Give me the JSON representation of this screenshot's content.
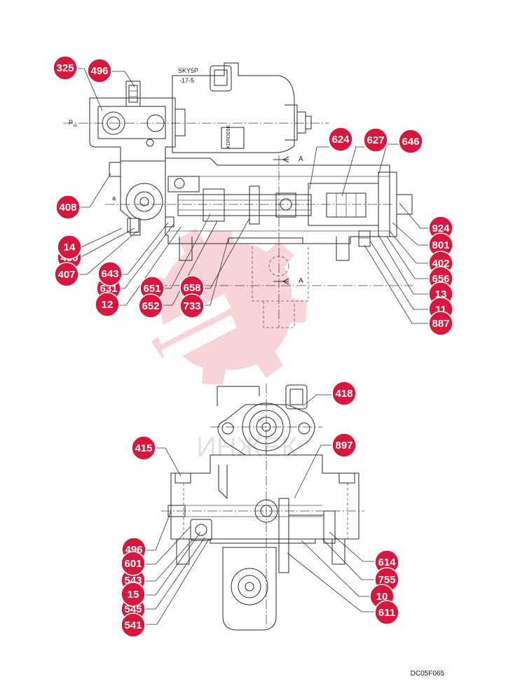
{
  "drawing_code": "DC05F065",
  "annotations": {
    "connector": "SKY5P",
    "connector_sub": "-17-5",
    "port": "P",
    "port_sub": "sv",
    "port_a": "a",
    "section_a_top": "A",
    "section_a_bottom": "A",
    "nameplate": "KDRDE5K"
  },
  "watermark_text": "ИНЖЕК",
  "callouts": [
    {
      "id": "325"
    },
    {
      "id": "496"
    },
    {
      "id": "408"
    },
    {
      "id": "14"
    },
    {
      "id": "450"
    },
    {
      "id": "407"
    },
    {
      "id": "643"
    },
    {
      "id": "631"
    },
    {
      "id": "12"
    },
    {
      "id": "651"
    },
    {
      "id": "652"
    },
    {
      "id": "658"
    },
    {
      "id": "733"
    },
    {
      "id": "624"
    },
    {
      "id": "627"
    },
    {
      "id": "646"
    },
    {
      "id": "924"
    },
    {
      "id": "801"
    },
    {
      "id": "402"
    },
    {
      "id": "656"
    },
    {
      "id": "13"
    },
    {
      "id": "11"
    },
    {
      "id": "887"
    },
    {
      "id": "418"
    },
    {
      "id": "897"
    },
    {
      "id": "415"
    },
    {
      "id": "496"
    },
    {
      "id": "601"
    },
    {
      "id": "543"
    },
    {
      "id": "15"
    },
    {
      "id": "545"
    },
    {
      "id": "541"
    },
    {
      "id": "614"
    },
    {
      "id": "755"
    },
    {
      "id": "10"
    },
    {
      "id": "611"
    }
  ]
}
